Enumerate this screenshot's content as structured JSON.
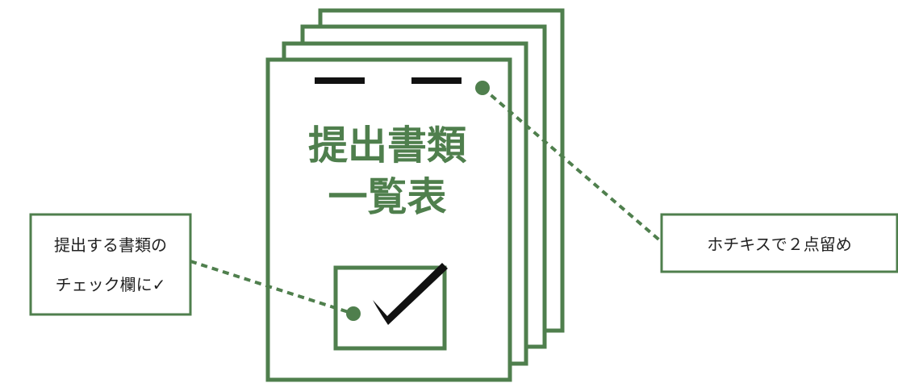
{
  "colors": {
    "green": "#4f7f4d",
    "black": "#111111",
    "white": "#ffffff",
    "text": "#222222"
  },
  "document": {
    "title_line1": "提出書類",
    "title_line2": "一覧表",
    "sheet_count": 4
  },
  "callouts": {
    "left": {
      "line1": "提出する書類の",
      "line2": "チェック欄に✓"
    },
    "right": {
      "text": "ホチキスで２点留め"
    }
  },
  "icons": {
    "checkmark": "check-icon",
    "staple": "staple-icon",
    "pin": "dot-marker-icon"
  }
}
